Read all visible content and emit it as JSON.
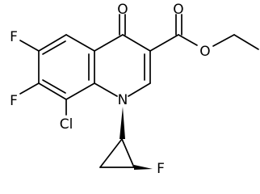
{
  "molecule": {
    "atoms": {
      "oxo": "O",
      "ester_carbonyl_o": "O",
      "ester_o": "O",
      "f6": "F",
      "f7": "F",
      "cl8": "Cl",
      "n1": "N",
      "f_cyclopropyl": "F"
    },
    "colors": {
      "ink": "#000000",
      "background": "#ffffff"
    }
  }
}
